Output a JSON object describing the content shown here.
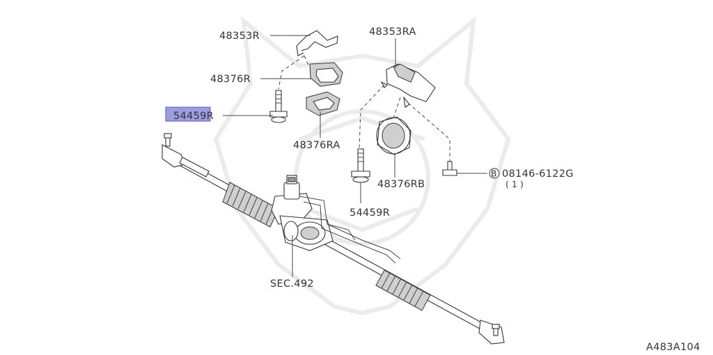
{
  "diagram_code": "A483A104",
  "highlight_color": "#9c9ce0",
  "callouts": {
    "bracket_r": "48353R",
    "bracket_ra": "48353RA",
    "insulator_r": "48376R",
    "insulator_ra": "48376RA",
    "insulator_rb": "48376RB",
    "bolt_left": "54459R",
    "bolt_right": "54459R",
    "gear_section": "SEC.492",
    "bolt_b_symbol": "B",
    "bolt_b_code": "08146-6122G",
    "bolt_b_qty": "( 1 )"
  }
}
